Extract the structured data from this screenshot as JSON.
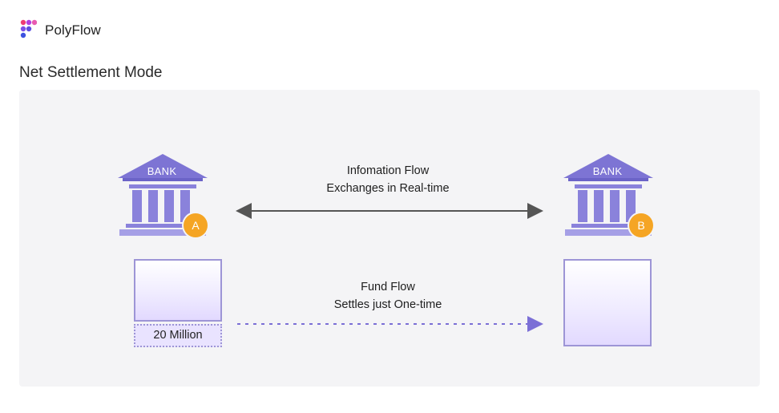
{
  "brand": {
    "name": "PolyFlow"
  },
  "page": {
    "title": "Net Settlement Mode"
  },
  "diagram": {
    "bank_a": {
      "label": "BANK",
      "badge": "A"
    },
    "bank_b": {
      "label": "BANK",
      "badge": "B"
    },
    "information_flow": {
      "line1": "Infomation Flow",
      "line2": "Exchanges in Real-time"
    },
    "fund_flow": {
      "line1": "Fund Flow",
      "line2": "Settles just One-time"
    },
    "amount": "20 Million"
  },
  "colors": {
    "bank_purple": "#7d74d4",
    "badge_orange": "#f5a524",
    "fund_arrow": "#7b6fd6",
    "info_arrow": "#555555",
    "canvas_bg": "#f4f4f6"
  }
}
